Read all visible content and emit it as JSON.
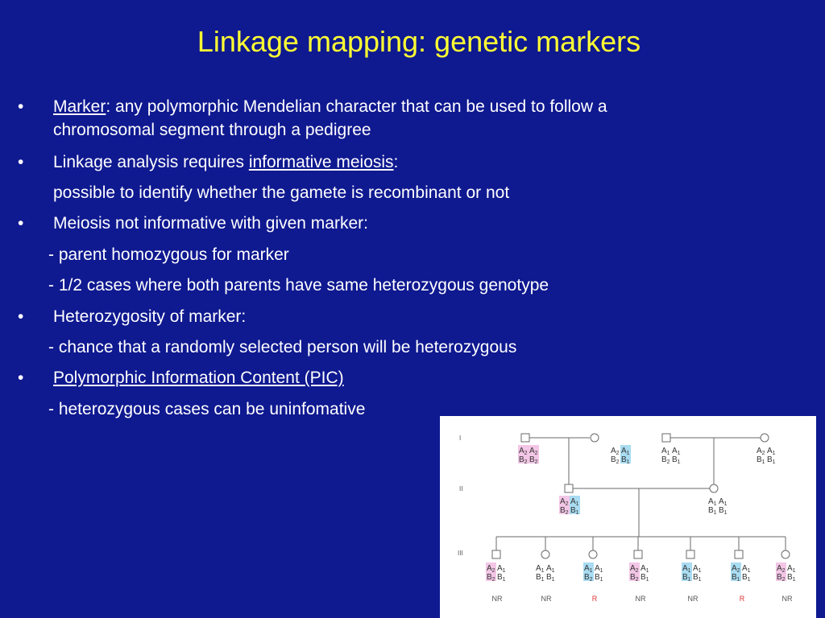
{
  "title": "Linkage mapping: genetic markers",
  "bullet_char": "•",
  "items": {
    "b1": {
      "term": "Marker",
      "rest1": ": any polymorphic Mendelian character that can be used to follow a",
      "rest2": "chromosomal segment through a pedigree"
    },
    "b2": {
      "pre": "Linkage analysis requires ",
      "term": "informative meiosis",
      "post": ":",
      "sub": "possible to identify whether the gamete is recombinant or not"
    },
    "b3": {
      "text": "Meiosis not informative with given marker:",
      "sub1": "- parent homozygous for marker",
      "sub2": "- 1/2 cases where both parents have same heterozygous genotype"
    },
    "b4": {
      "text": "Heterozygosity of marker:",
      "sub": "- chance that a randomly selected person will be heterozygous"
    },
    "b5": {
      "term": "Polymorphic Information Content (PIC)",
      "sub": "- heterozygous cases can be uninfomative"
    }
  },
  "pedigree": {
    "generations": [
      "I",
      "II",
      "III"
    ],
    "colors": {
      "pink": "#f3c6e6",
      "blue": "#a9dcf2",
      "green": "#3f8a3f",
      "purple": "#8a3f8a",
      "red": "#e03030"
    },
    "gen1": [
      {
        "top": [
          "A",
          "2",
          "A",
          "2"
        ],
        "bottom": [
          "B",
          "2",
          "B",
          "2"
        ]
      },
      {
        "top": [
          "A",
          "2",
          "A",
          "1"
        ],
        "bottom": [
          "B",
          "2",
          "B",
          "1"
        ]
      },
      {
        "top": [
          "A",
          "1",
          "A",
          "1"
        ],
        "bottom": [
          "B",
          "2",
          "B",
          "1"
        ]
      },
      {
        "top": [
          "A",
          "2",
          "A",
          "1"
        ],
        "bottom": [
          "B",
          "1",
          "B",
          "1"
        ]
      }
    ],
    "gen2": [
      {
        "top": [
          "A",
          "2",
          "A",
          "1"
        ],
        "bottom": [
          "B",
          "2",
          "B",
          "1"
        ]
      },
      {
        "top": [
          "A",
          "1",
          "A",
          "1"
        ],
        "bottom": [
          "B",
          "1",
          "B",
          "1"
        ]
      }
    ],
    "gen3": [
      {
        "top": [
          "A",
          "2",
          "A",
          "1"
        ],
        "bottom": [
          "B",
          "2",
          "B",
          "1"
        ],
        "result": "NR"
      },
      {
        "top": [
          "A",
          "1",
          "A",
          "1"
        ],
        "bottom": [
          "B",
          "1",
          "B",
          "1"
        ],
        "result": "NR"
      },
      {
        "top": [
          "A",
          "1",
          "A",
          "1"
        ],
        "bottom": [
          "B",
          "2",
          "B",
          "1"
        ],
        "result": "R"
      },
      {
        "top": [
          "A",
          "2",
          "A",
          "1"
        ],
        "bottom": [
          "B",
          "2",
          "B",
          "1"
        ],
        "result": "NR"
      },
      {
        "top": [
          "A",
          "1",
          "A",
          "1"
        ],
        "bottom": [
          "B",
          "1",
          "B",
          "1"
        ],
        "result": "NR"
      },
      {
        "top": [
          "A",
          "2",
          "A",
          "1"
        ],
        "bottom": [
          "B",
          "1",
          "B",
          "1"
        ],
        "result": "R"
      },
      {
        "top": [
          "A",
          "2",
          "A",
          "1"
        ],
        "bottom": [
          "B",
          "2",
          "B",
          "1"
        ],
        "result": "NR"
      }
    ]
  }
}
